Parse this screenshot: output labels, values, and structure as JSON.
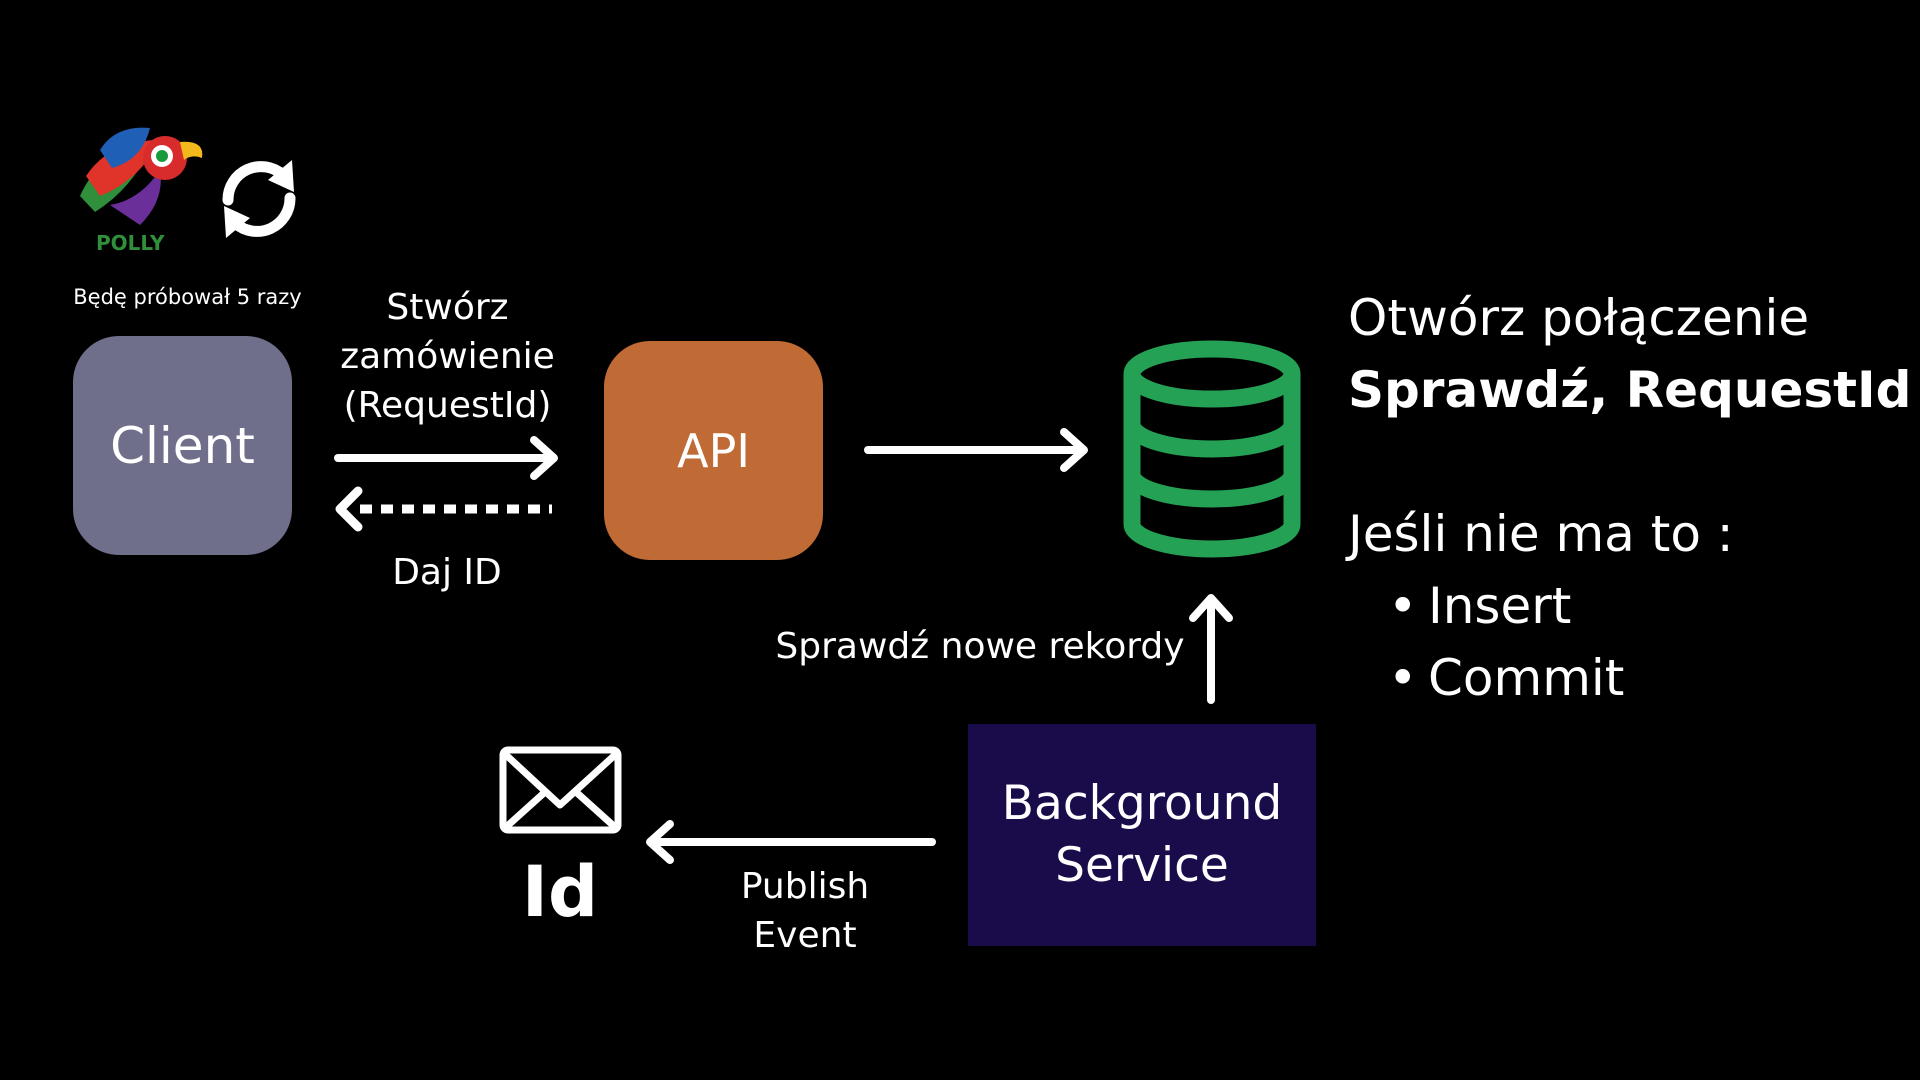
{
  "logo": {
    "wordmark": "POLLY"
  },
  "retry_note": "Będę próbował 5 razy",
  "client": {
    "label": "Client"
  },
  "api": {
    "label": "API"
  },
  "request_label": [
    "Stwórz",
    "zamówienie",
    "(RequestId)"
  ],
  "response_label": "Daj ID",
  "database_icon": "database-icon",
  "poll_label": "Sprawdź nowe rekordy",
  "background_service": {
    "lines": [
      "Background",
      "Service"
    ]
  },
  "publish_label": [
    "Publish",
    "Event"
  ],
  "message": {
    "icon": "envelope-icon",
    "label": "Id"
  },
  "note": {
    "line1": "Otwórz połączenie",
    "line2": "Sprawdź, RequestId",
    "line3": "Jeśli nie ma to :",
    "bullets": [
      "Insert",
      "Commit"
    ]
  },
  "colors": {
    "background": "#000000",
    "client": "#6f6f8c",
    "api": "#c06a35",
    "database": "#25a155",
    "background_service": "#1a0c4a"
  }
}
